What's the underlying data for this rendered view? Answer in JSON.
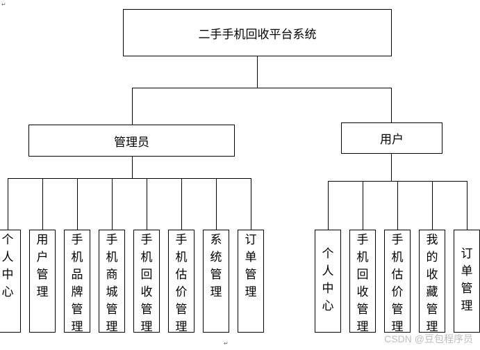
{
  "root": {
    "label": "二手手机回收平台系统"
  },
  "admin": {
    "label": "管理员",
    "items": [
      "个人中心",
      "用户管理",
      "手机品牌管理",
      "手机商城管理",
      "手机回收管理",
      "手机估价管理",
      "系统管理",
      "订单管理"
    ]
  },
  "user": {
    "label": "用户",
    "items": [
      "个人中心",
      "手机回收管理",
      "手机估价管理",
      "我的收藏管理",
      "订单管理"
    ]
  },
  "marks": {
    "top_left": "↵",
    "bottom": "↵"
  },
  "watermark": "CSDN @豆包程序员"
}
